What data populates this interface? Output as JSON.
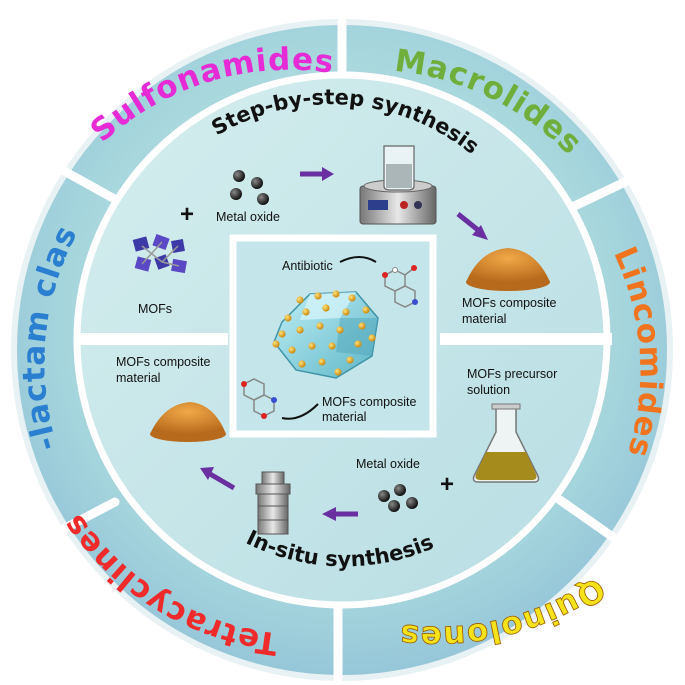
{
  "outer_ring": [
    {
      "text": "Sulfonamides",
      "color": "#e62ad6"
    },
    {
      "text": "Macrolides",
      "color": "#6fae3a"
    },
    {
      "text": "Lincomides",
      "color": "#f0741e"
    },
    {
      "text": "Quinolones",
      "color": "#f4e21a"
    },
    {
      "text": "Tetracyclines",
      "color": "#ee2a2a"
    },
    {
      "text": "β-lactam class",
      "color": "#2a7fd0"
    }
  ],
  "top_section": {
    "title": "Step-by-step synthesis",
    "metal_oxide": "Metal oxide",
    "mofs": "MOFs",
    "composite_line1": "MOFs composite",
    "composite_line2": "material",
    "plus": "+"
  },
  "bottom_section": {
    "title": "In-situ synthesis",
    "composite_line1": "MOFs composite",
    "composite_line2": "material",
    "precursor_line1": "MOFs precursor",
    "precursor_line2": "solution",
    "metal_oxide": "Metal oxide",
    "plus": "+"
  },
  "center": {
    "antibiotic": "Antibiotic",
    "composite_line1": "MOFs composite",
    "composite_line2": "material"
  },
  "colors": {
    "ring_fill": "#a9d8dc",
    "arrow": "#6a2fa0",
    "powder": "#d9892a"
  },
  "icons": [
    "metal-oxide-particles-icon",
    "hot-plate-stirrer-icon",
    "beaker-icon",
    "mof-crystal-icon",
    "powder-pile-icon",
    "autoclave-icon",
    "flask-icon",
    "molecule-icon",
    "polyhedron-crystal-icon"
  ]
}
